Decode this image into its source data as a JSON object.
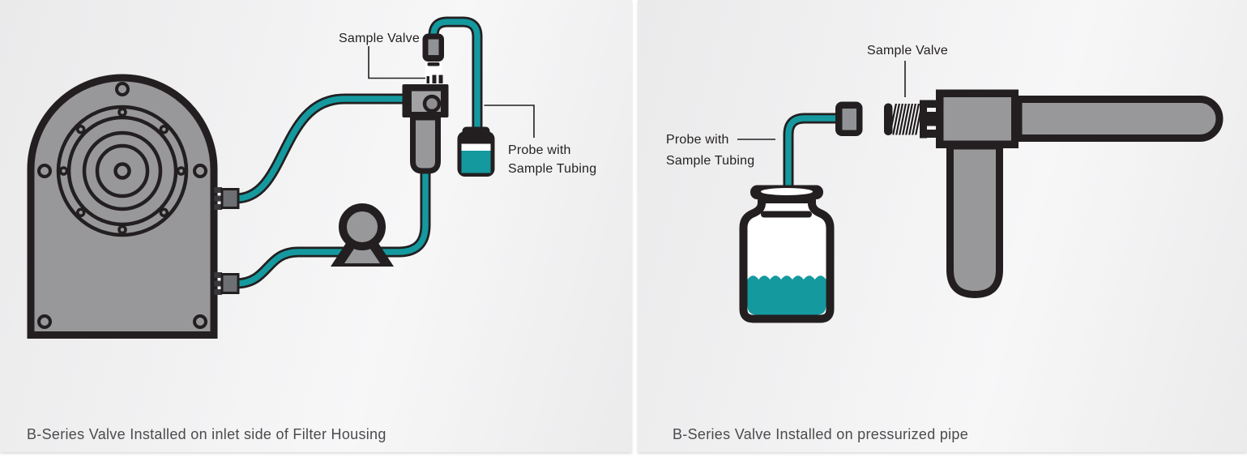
{
  "colors": {
    "accent_teal": "#14999F",
    "machine_gray": "#98989A",
    "outline_black": "#231F20",
    "panel_background": "#EFEFF0",
    "caption_text": "#4B4B4D"
  },
  "left_panel": {
    "caption": "B-Series Valve Installed on inlet side of Filter Housing",
    "labels": {
      "sample_valve": "Sample Valve",
      "probe_line1": "Probe with",
      "probe_line2": "Sample Tubing"
    }
  },
  "right_panel": {
    "caption": "B-Series Valve Installed on pressurized pipe",
    "labels": {
      "sample_valve": "Sample Valve",
      "probe_line1": "Probe with",
      "probe_line2": "Sample Tubing"
    }
  }
}
